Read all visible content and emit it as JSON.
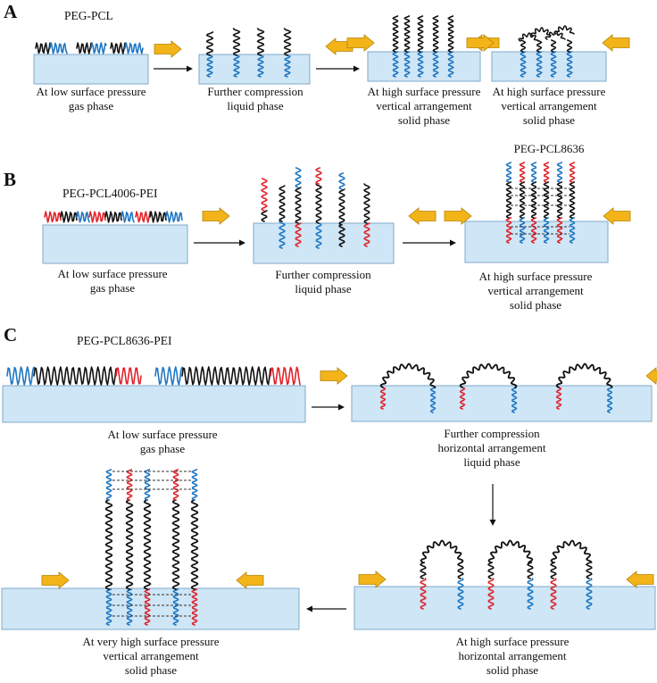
{
  "colors": {
    "peg": "#1f77c2",
    "pcl": "#111111",
    "pei": "#e0242c",
    "water_fill": "#cfe6f6",
    "water_stroke": "#7fa9c9",
    "arrow_fill": "#f2b418",
    "arrow_stroke": "#b58306",
    "connector": "#333333"
  },
  "panelA": {
    "letter": "A",
    "title_peg": "PEG",
    "title_rest": "-PCL",
    "captions": [
      [
        "At low surface pressure",
        "gas phase"
      ],
      [
        "Further compression",
        "liquid phase"
      ],
      [
        "At high surface pressure",
        "vertical arrangement",
        "solid phase"
      ],
      [
        "At high surface pressure",
        "vertical arrangement",
        "solid phase"
      ]
    ],
    "footnote_peg": "PEG",
    "footnote_rest": "-PCL8636"
  },
  "panelB": {
    "letter": "B",
    "title_peg": "PEG",
    "title_mid": "-PCL4006-",
    "title_pei": "PEI",
    "captions": [
      [
        "At low surface pressure",
        "gas phase"
      ],
      [
        "Further compression",
        "liquid phase"
      ],
      [
        "At high surface pressure",
        "vertical arrangement",
        "solid phase"
      ]
    ]
  },
  "panelC": {
    "letter": "C",
    "title_peg": "PEG",
    "title_mid": "-PCL8636-",
    "title_pei": "PEI",
    "captions": [
      [
        "At low surface pressure",
        "gas phase"
      ],
      [
        "Further compression",
        "horizontal arrangement",
        "liquid phase"
      ],
      [
        "At high surface pressure",
        "horizontal arrangement",
        "solid phase"
      ],
      [
        "At very high surface pressure",
        "vertical arrangement",
        "solid phase"
      ]
    ]
  }
}
